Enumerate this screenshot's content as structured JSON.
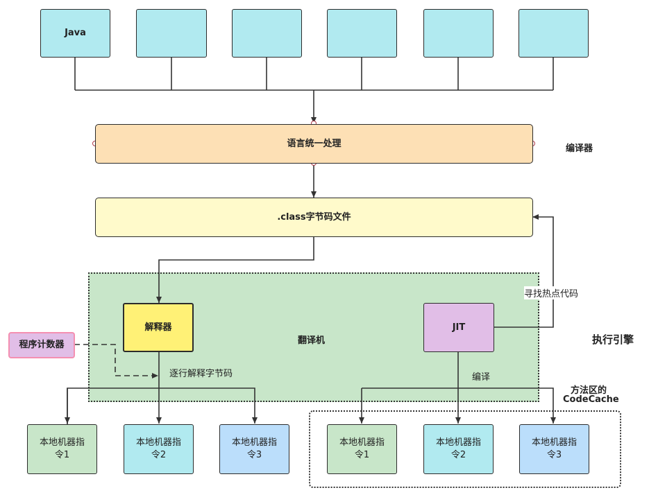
{
  "top_boxes": [
    "Java",
    "",
    "",
    "",
    "",
    ""
  ],
  "unify_label": "语言统一处理",
  "compiler_label": "编译器",
  "class_label": ".class字节码文件",
  "translator_label": "翻译机",
  "interpreter_label": "解释器",
  "jit_label": "JIT",
  "pc_label": "程序计数器",
  "line_by_line_label": "逐行解释字节码",
  "find_hot_label": "寻找热点代码",
  "compile_label": "编译",
  "engine_label": "执行引擎",
  "codecache_label_line1": "方法区的",
  "codecache_label_line2": "CodeCache",
  "native_left": [
    {
      "line1": "本地机器指",
      "line2": "令1"
    },
    {
      "line1": "本地机器指",
      "line2": "令2"
    },
    {
      "line1": "本地机器指",
      "line2": "令3"
    }
  ],
  "native_right": [
    {
      "line1": "本地机器指",
      "line2": "令1"
    },
    {
      "line1": "本地机器指",
      "line2": "令2"
    },
    {
      "line1": "本地机器指",
      "line2": "令3"
    }
  ],
  "colors": {
    "cyan": "#b1eaf0",
    "orange": "#fde0b5",
    "yellow_light": "#fffacb",
    "green_area": "#c8e6c9",
    "yellow": "#fff176",
    "purple": "#e1bee7",
    "pink": "#e1bee7",
    "green_box": "#c8e6c9",
    "blue_box": "#bbdefb"
  }
}
